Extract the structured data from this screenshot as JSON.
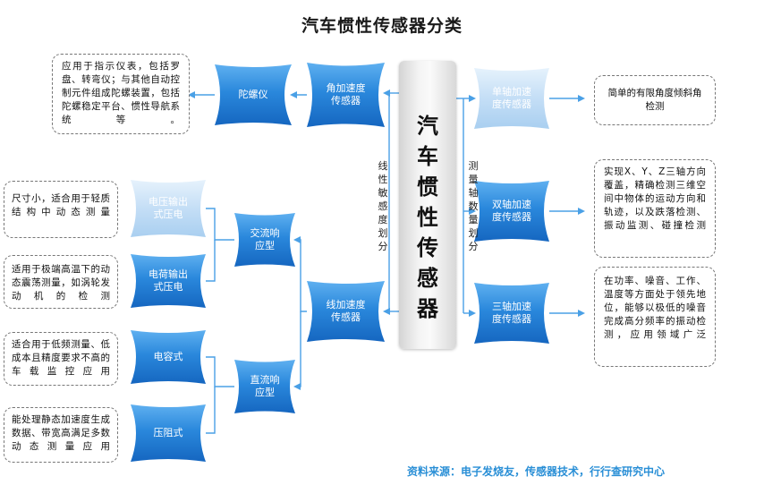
{
  "title": "汽车惯性传感器分类",
  "center": {
    "chars": [
      "汽",
      "车",
      "惯",
      "性",
      "传",
      "感",
      "器"
    ]
  },
  "left_division_chars": [
    "线",
    "性",
    "敏",
    "感",
    "度",
    "划",
    "分"
  ],
  "right_division_chars": [
    "测",
    "量",
    "轴",
    "数",
    "量",
    "划",
    "分"
  ],
  "nodes": {
    "angular_accel": "角加速度\n传感器",
    "gyroscope": "陀螺仪",
    "linear_accel": "线加速度\n传感器",
    "ac_response": "交流响\n应型",
    "dc_response": "直流响\n应型",
    "voltage_output": "电压输出\n式压电",
    "charge_output": "电荷输出\n式压电",
    "capacitive": "电容式",
    "piezoresistive": "压阻式",
    "single_axis": "单轴加速\n度传感器",
    "dual_axis": "双轴加速\n度传感器",
    "tri_axis": "三轴加速\n度传感器"
  },
  "descriptions": {
    "gyroscope": "应用于指示仪表，包括罗盘、转弯仪；与其他自动控制元件组成陀螺装置，包括陀螺稳定平台、惯性导航系统等。",
    "voltage_output": "尺寸小，适合用于轻质结构中动态测量",
    "charge_output": "适用于极端高温下的动态震荡测量，如涡轮发动机的检测",
    "capacitive": "适合用于低频测量、低成本且精度要求不高的车载监控应用",
    "piezoresistive": "能处理静态加速度生成数据、带宽高满足多数动态测量应用",
    "single_axis": "简单的有限角度倾斜角检测",
    "dual_axis": "实现X、Y、Z三轴方向覆盖，精确检测三维空间中物体的运动方向和轨迹，以及跌落检测、振动监测、碰撞检测",
    "tri_axis": "在功率、噪音、工作、温度等方面处于领先地位，能够以极低的噪音完成高分频率的振动检测，应用领域广泛"
  },
  "footer": "资料来源：电子发烧友，传感器技术，行行查研究中心",
  "colors": {
    "connector": "#4aa0e6",
    "node_dark": "#1f7fd6",
    "node_mid": "#3f97e0",
    "node_faded": "#c9e1f7",
    "footer": "#2a8fd6"
  }
}
